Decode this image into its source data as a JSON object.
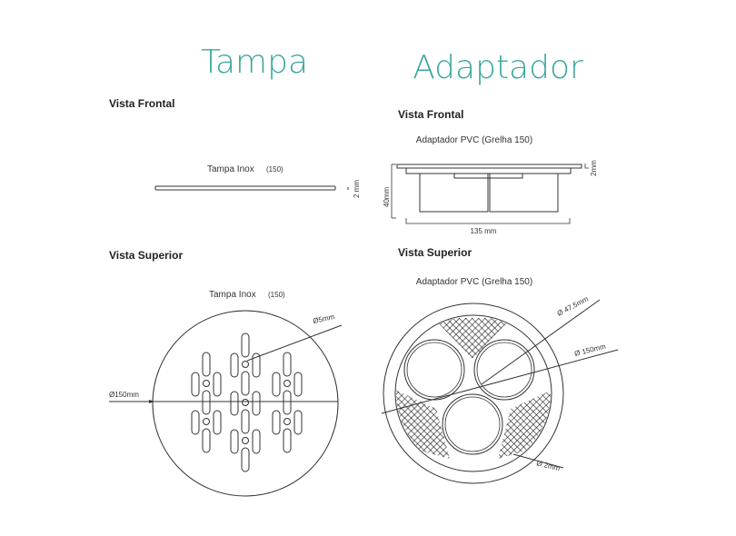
{
  "titles": {
    "tampa": "Tampa",
    "adaptador": "Adaptador"
  },
  "tampa": {
    "front": {
      "heading": "Vista Frontal",
      "label": "Tampa Inox",
      "size": "(150)",
      "thickness": "2 mm"
    },
    "top": {
      "heading": "Vista Superior",
      "label": "Tampa Inox",
      "size": "(150)",
      "diameter": "Ø150mm",
      "hole": "Ø5mm"
    }
  },
  "adaptador": {
    "front": {
      "heading": "Vista Frontal",
      "label": "Adaptador PVC (Grelha 150)",
      "height": "40mm",
      "width": "135 mm",
      "lip": "2mm"
    },
    "top": {
      "heading": "Vista Superior",
      "label": "Adaptador PVC (Grelha 150)",
      "hole": "Ø 47,5mm",
      "diameter": "Ø 150mm",
      "mesh": "Ø 2mm"
    }
  },
  "colors": {
    "title": "#3aa79c",
    "line": "#333333"
  }
}
